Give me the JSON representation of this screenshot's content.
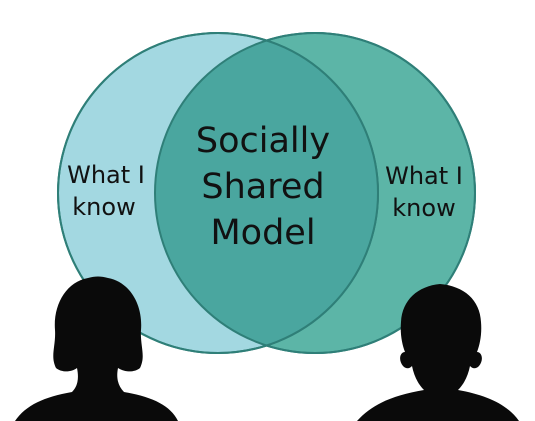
{
  "left_circle": {
    "line1": "What I",
    "line2": "know"
  },
  "right_circle": {
    "line1": "What I",
    "line2": "know"
  },
  "center": {
    "line1": "Socially",
    "line2": "Shared",
    "line3": "Model"
  },
  "colors": {
    "left_circle_fill": "#a3d8e1",
    "right_circle_fill": "#5cb5a7",
    "overlap_fill": "#4aa69f",
    "circle_stroke": "#2f7f78",
    "silhouette": "#0a0a0a",
    "background": "#ffffff"
  },
  "icons": {
    "left_person": "person-silhouette-icon",
    "right_person": "person-silhouette-icon"
  }
}
